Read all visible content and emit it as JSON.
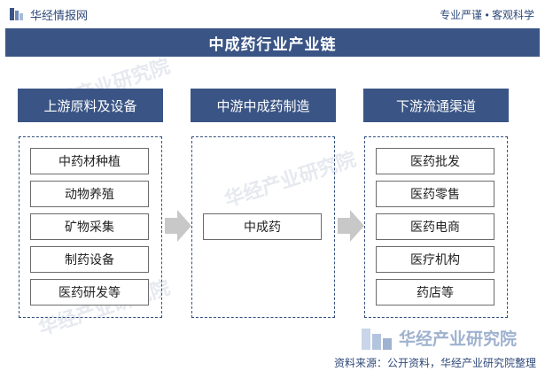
{
  "header": {
    "site_name": "华经情报网",
    "slogan": "专业严谨 • 客观科学"
  },
  "title": "中成药行业产业链",
  "columns": [
    {
      "header": "上游原料及设备",
      "items": [
        "中药材种植",
        "动物养殖",
        "矿物采集",
        "制药设备",
        "医药研发等"
      ]
    },
    {
      "header": "中游中成药制造",
      "items": [
        "中成药"
      ]
    },
    {
      "header": "下游流通渠道",
      "items": [
        "医药批发",
        "医药零售",
        "医药电商",
        "医疗机构",
        "药店等"
      ]
    }
  ],
  "brand_watermark": "华经产业研究院",
  "source": "资料来源：公开资料，华经产业研究院整理",
  "colors": {
    "header_bg": "#3a5585",
    "dashed_border": "#35507e",
    "arrow": "#c8c8c8"
  }
}
